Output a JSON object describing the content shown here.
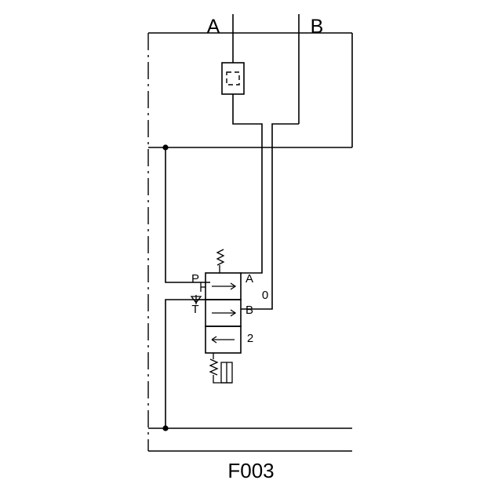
{
  "diagram": {
    "title": "F003",
    "type": "hydraulic-schematic",
    "colors": {
      "line": "#000000",
      "background": "#ffffff"
    },
    "port_labels": {
      "top_left": "A",
      "top_right": "B"
    },
    "valve": {
      "port_p": "P",
      "port_t": "T",
      "port_a": "A",
      "port_b": "B",
      "position_0": "0",
      "position_2": "2"
    }
  }
}
